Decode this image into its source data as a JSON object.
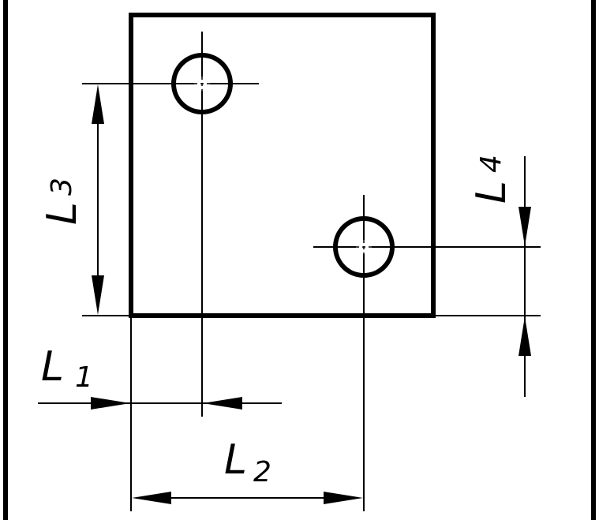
{
  "labels": {
    "l1": {
      "letter": "L",
      "index": "1"
    },
    "l2": {
      "letter": "L",
      "index": "2"
    },
    "l3": {
      "letter": "L",
      "index": "3"
    },
    "l4": {
      "letter": "L",
      "index": "4"
    }
  },
  "colors": {
    "ink": "#000000",
    "paper": "#ffffff"
  }
}
